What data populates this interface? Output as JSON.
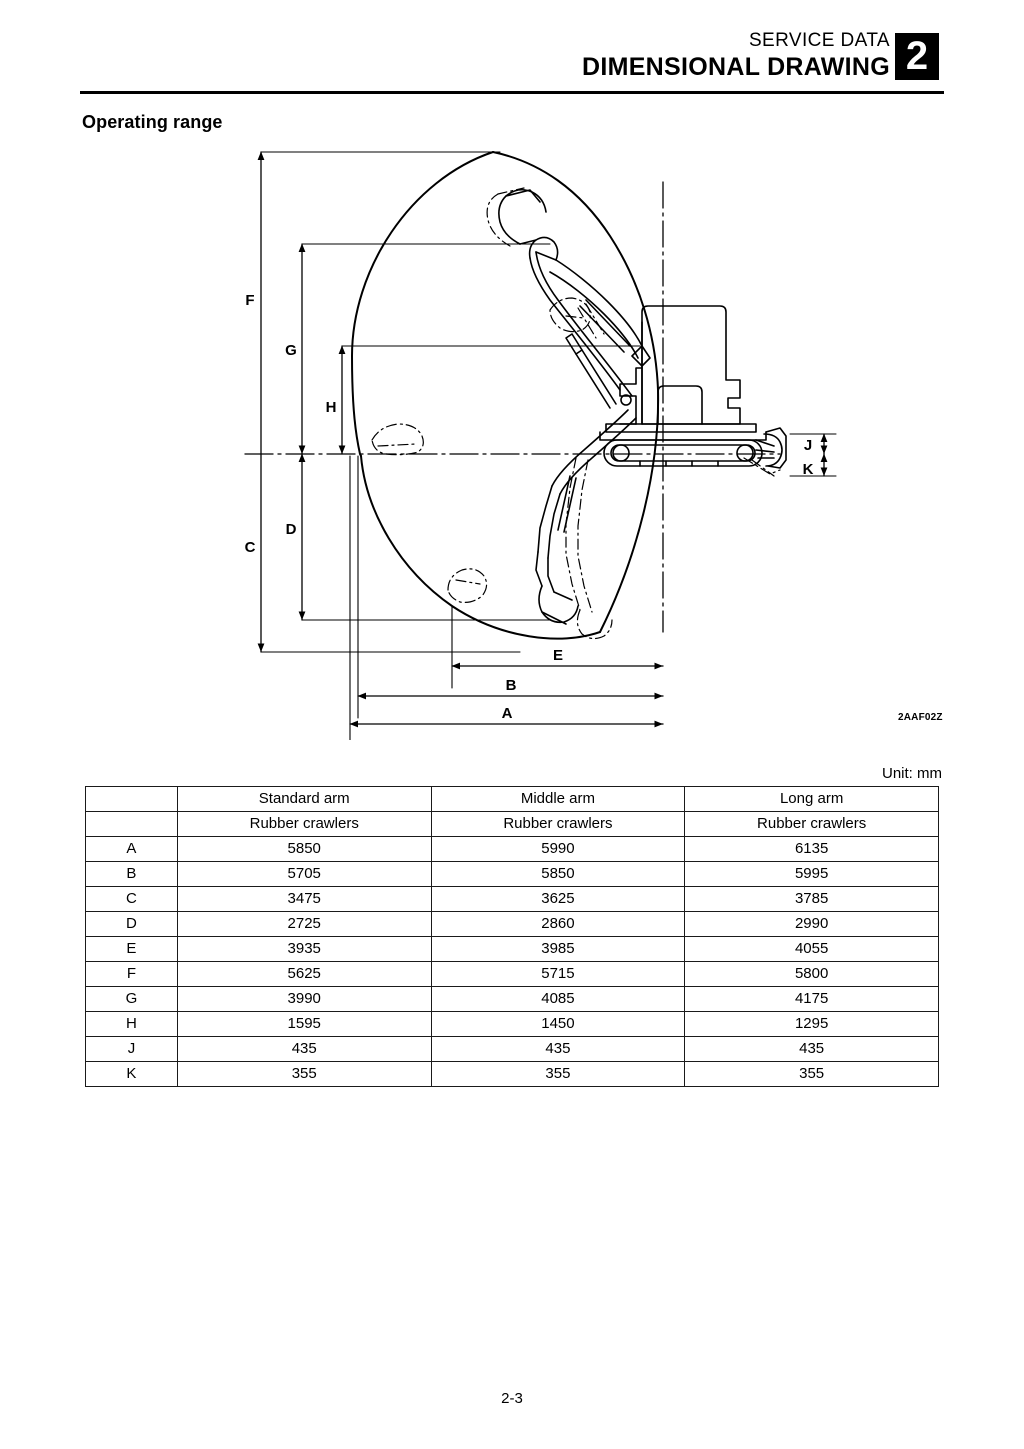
{
  "header": {
    "service_data": "SERVICE DATA",
    "dimensional_drawing": "DIMENSIONAL DRAWING",
    "chapter_badge": "2"
  },
  "section": {
    "title": "Operating range"
  },
  "figure": {
    "code": "2AAF02Z",
    "dimension_labels": {
      "A": "A",
      "B": "B",
      "C": "C",
      "D": "D",
      "E": "E",
      "F": "F",
      "G": "G",
      "H": "H",
      "J": "J",
      "K": "K"
    }
  },
  "table": {
    "unit_label": "Unit: mm",
    "corner_label": "",
    "arm_headers": [
      "Standard arm",
      "Middle arm",
      "Long arm"
    ],
    "crawler_headers": [
      "Rubber crawlers",
      "Rubber crawlers",
      "Rubber crawlers"
    ],
    "rows": [
      {
        "key": "A",
        "standard": "5850",
        "middle": "5990",
        "long": "6135"
      },
      {
        "key": "B",
        "standard": "5705",
        "middle": "5850",
        "long": "5995"
      },
      {
        "key": "C",
        "standard": "3475",
        "middle": "3625",
        "long": "3785"
      },
      {
        "key": "D",
        "standard": "2725",
        "middle": "2860",
        "long": "2990"
      },
      {
        "key": "E",
        "standard": "3935",
        "middle": "3985",
        "long": "4055"
      },
      {
        "key": "F",
        "standard": "5625",
        "middle": "5715",
        "long": "5800"
      },
      {
        "key": "G",
        "standard": "3990",
        "middle": "4085",
        "long": "4175"
      },
      {
        "key": "H",
        "standard": "1595",
        "middle": "1450",
        "long": "1295"
      },
      {
        "key": "J",
        "standard": "435",
        "middle": "435",
        "long": "435"
      },
      {
        "key": "K",
        "standard": "355",
        "middle": "355",
        "long": "355"
      }
    ]
  },
  "footer": {
    "page_number": "2-3"
  }
}
